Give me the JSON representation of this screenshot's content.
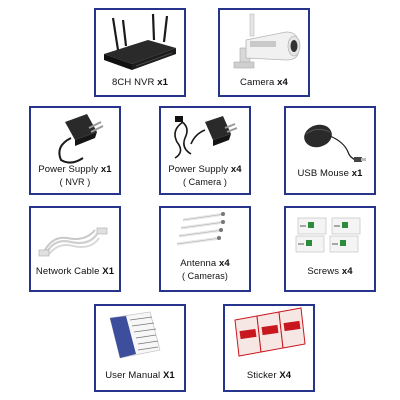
{
  "items": [
    {
      "name": "8CH  NVR",
      "qty": "x1"
    },
    {
      "name": "Camera",
      "qty": "x4"
    },
    {
      "name": "Power  Supply",
      "qty": "x1",
      "sub": "( NVR )"
    },
    {
      "name": "Power  Supply",
      "qty": "x4",
      "sub": "( Camera )"
    },
    {
      "name": "USB  Mouse",
      "qty": "x1"
    },
    {
      "name": "Network  Cable",
      "qty": "X1"
    },
    {
      "name": "Antenna",
      "qty": "x4",
      "sub": "( Cameras)"
    },
    {
      "name": "Screws",
      "qty": "x4"
    },
    {
      "name": "User  Manual",
      "qty": "X1"
    },
    {
      "name": "Sticker",
      "qty": "X4"
    }
  ],
  "colors": {
    "border": "#27348b",
    "sticker_red": "#c8171e",
    "screw_green": "#2e8b3c"
  }
}
